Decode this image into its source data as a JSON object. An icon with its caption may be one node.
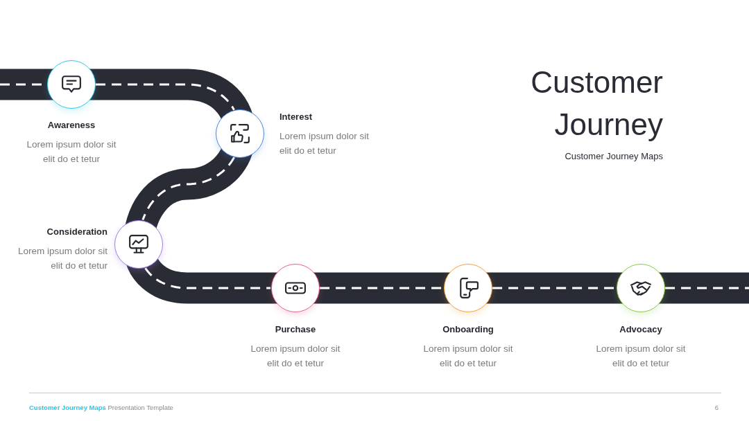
{
  "diagram": {
    "title": "Customer Journey",
    "nodes": [
      {
        "text": [],
        "shape": "circle",
        "beside": [
          "Awareness",
          "Lorem ipsum dolor sit elit do et tetur"
        ]
      },
      {
        "text": [],
        "shape": "circle",
        "beside": [
          "Interest",
          "Lorem ipsum dolor sit elit do et tetur"
        ]
      },
      {
        "text": [],
        "shape": "circle",
        "beside": [
          "Consideration",
          "Lorem ipsum dolor sit elit do et tetur"
        ]
      },
      {
        "text": [],
        "shape": "circle",
        "beside": [
          "Purchase",
          "Lorem ipsum dolor sit elit do et tetur"
        ]
      },
      {
        "text": [],
        "shape": "circle",
        "beside": [
          "Onboarding",
          "Lorem ipsum dolor sit elit do et tetur"
        ]
      },
      {
        "text": [],
        "shape": "circle",
        "beside": [
          "Advocacy",
          "Lorem ipsum dolor sit elit do et tetur"
        ]
      }
    ],
    "edges": [
      {
        "from": null,
        "to": 0,
        "arrow": "none"
      },
      {
        "from": 0,
        "to": 1,
        "arrow": "none"
      },
      {
        "from": 1,
        "to": 2,
        "arrow": "none"
      },
      {
        "from": 2,
        "to": 3,
        "arrow": "none"
      },
      {
        "from": 3,
        "to": 4,
        "arrow": "none"
      },
      {
        "from": 4,
        "to": 5,
        "arrow": "none"
      },
      {
        "from": 5,
        "to": null,
        "arrow": "none"
      }
    ],
    "labels": [
      "Customer Journey Maps",
      "**Customer Journey Maps** Presentation Template",
      "6"
    ]
  }
}
